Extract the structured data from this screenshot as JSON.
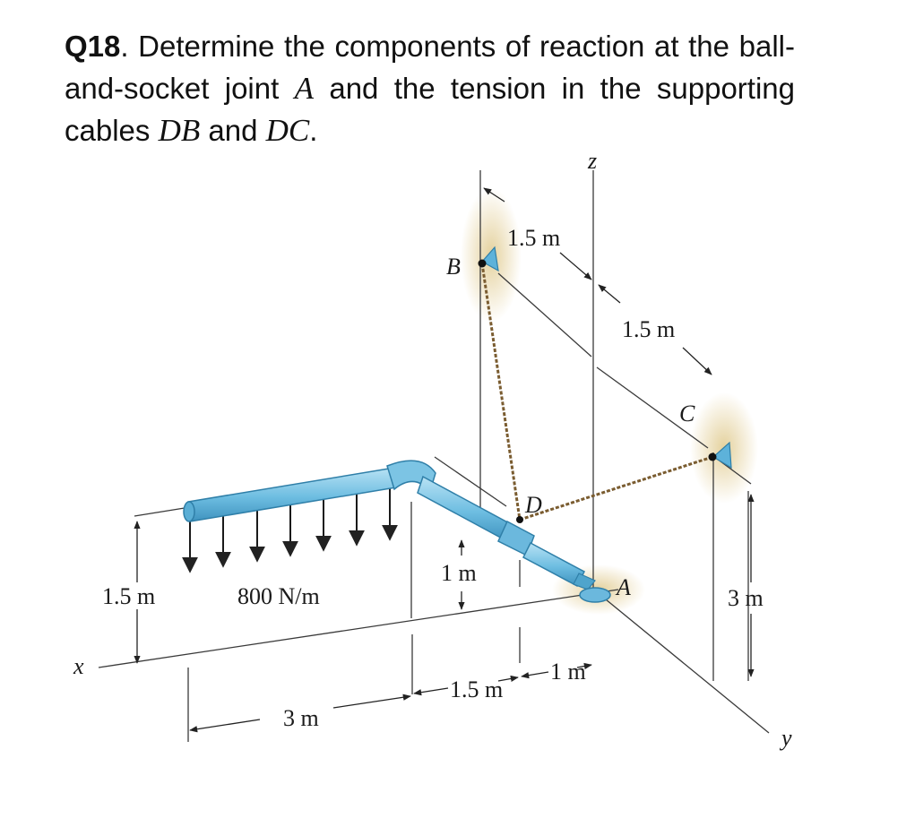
{
  "question": {
    "number": "Q18",
    "part1": ". Determine the components of reaction at the ball-and-socket joint ",
    "var_a": "A",
    "part2": " and the tension in the supporting cables ",
    "var_db": "DB",
    "part3": " and ",
    "var_dc": "DC",
    "part4": "."
  },
  "labels": {
    "axis_z": "z",
    "axis_x": "x",
    "axis_y": "y",
    "point_b": "B",
    "point_c": "C",
    "point_d": "D",
    "point_a": "A",
    "dim_b_offset": "1.5 m",
    "dim_c_offset": "1.5 m",
    "dim_height_left": "1.5 m",
    "load": "800 N/m",
    "dim_d_height": "1 m",
    "dim_c_height": "3 m",
    "dim_length": "3 m",
    "dim_mid": "1.5 m",
    "dim_end": "1 m"
  },
  "colors": {
    "pipe_fill": "#7cc4e4",
    "pipe_stroke": "#2f7fa8",
    "glow": "#e6d4a4",
    "cable": "#8a6a3a",
    "line": "#333333"
  }
}
